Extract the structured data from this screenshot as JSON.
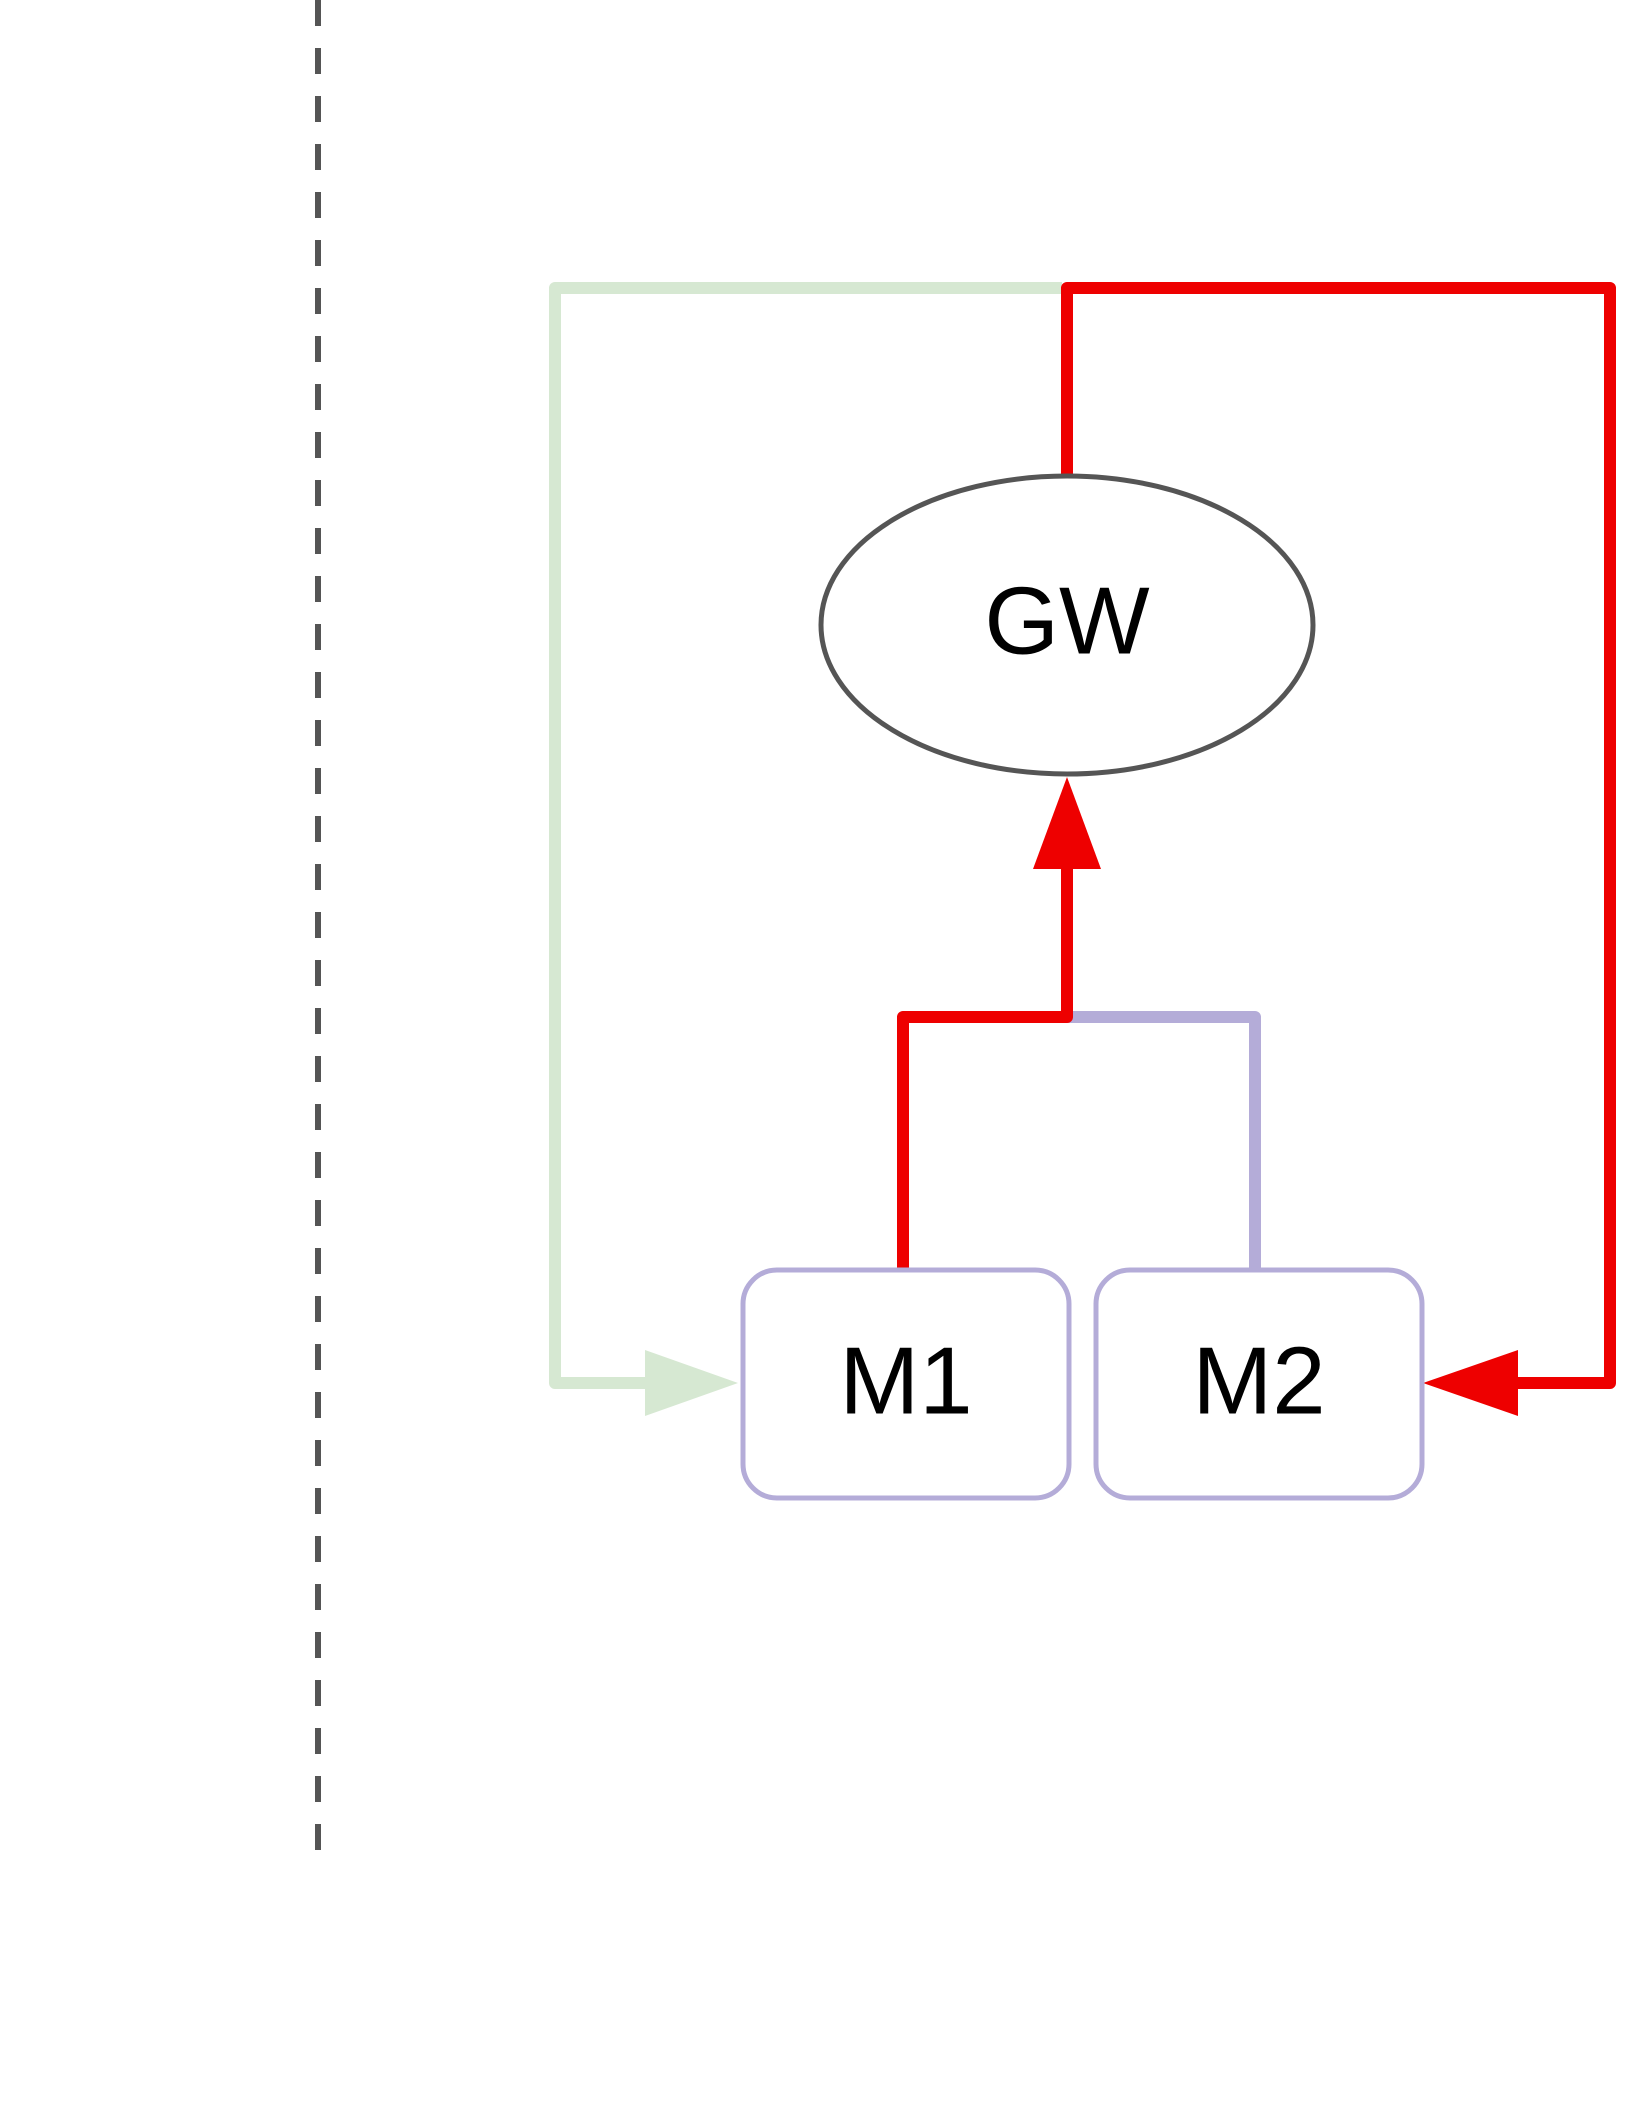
{
  "diagram": {
    "nodes": {
      "gw": {
        "label": "GW",
        "shape": "ellipse"
      },
      "m1": {
        "label": "M1",
        "shape": "rounded-rectangle"
      },
      "m2": {
        "label": "M2",
        "shape": "rounded-rectangle"
      }
    },
    "edges": [
      {
        "id": "m1-to-gw",
        "from": "M1",
        "to": "GW",
        "color": "#ee0000"
      },
      {
        "id": "m2-to-junction",
        "from": "M2",
        "to": "junction",
        "color": "#b4acd8"
      },
      {
        "id": "gw-to-m2",
        "from": "GW",
        "to": "M2",
        "color": "#ee0000"
      },
      {
        "id": "feedback-to-m1",
        "from": "top-junction",
        "to": "M1",
        "color": "#d6e8d2"
      }
    ],
    "colors": {
      "red": "#ee0000",
      "lavender": "#b4acd8",
      "light_green": "#d6e8d2",
      "node_stroke_gray": "#555555",
      "divider": "#555555"
    }
  }
}
